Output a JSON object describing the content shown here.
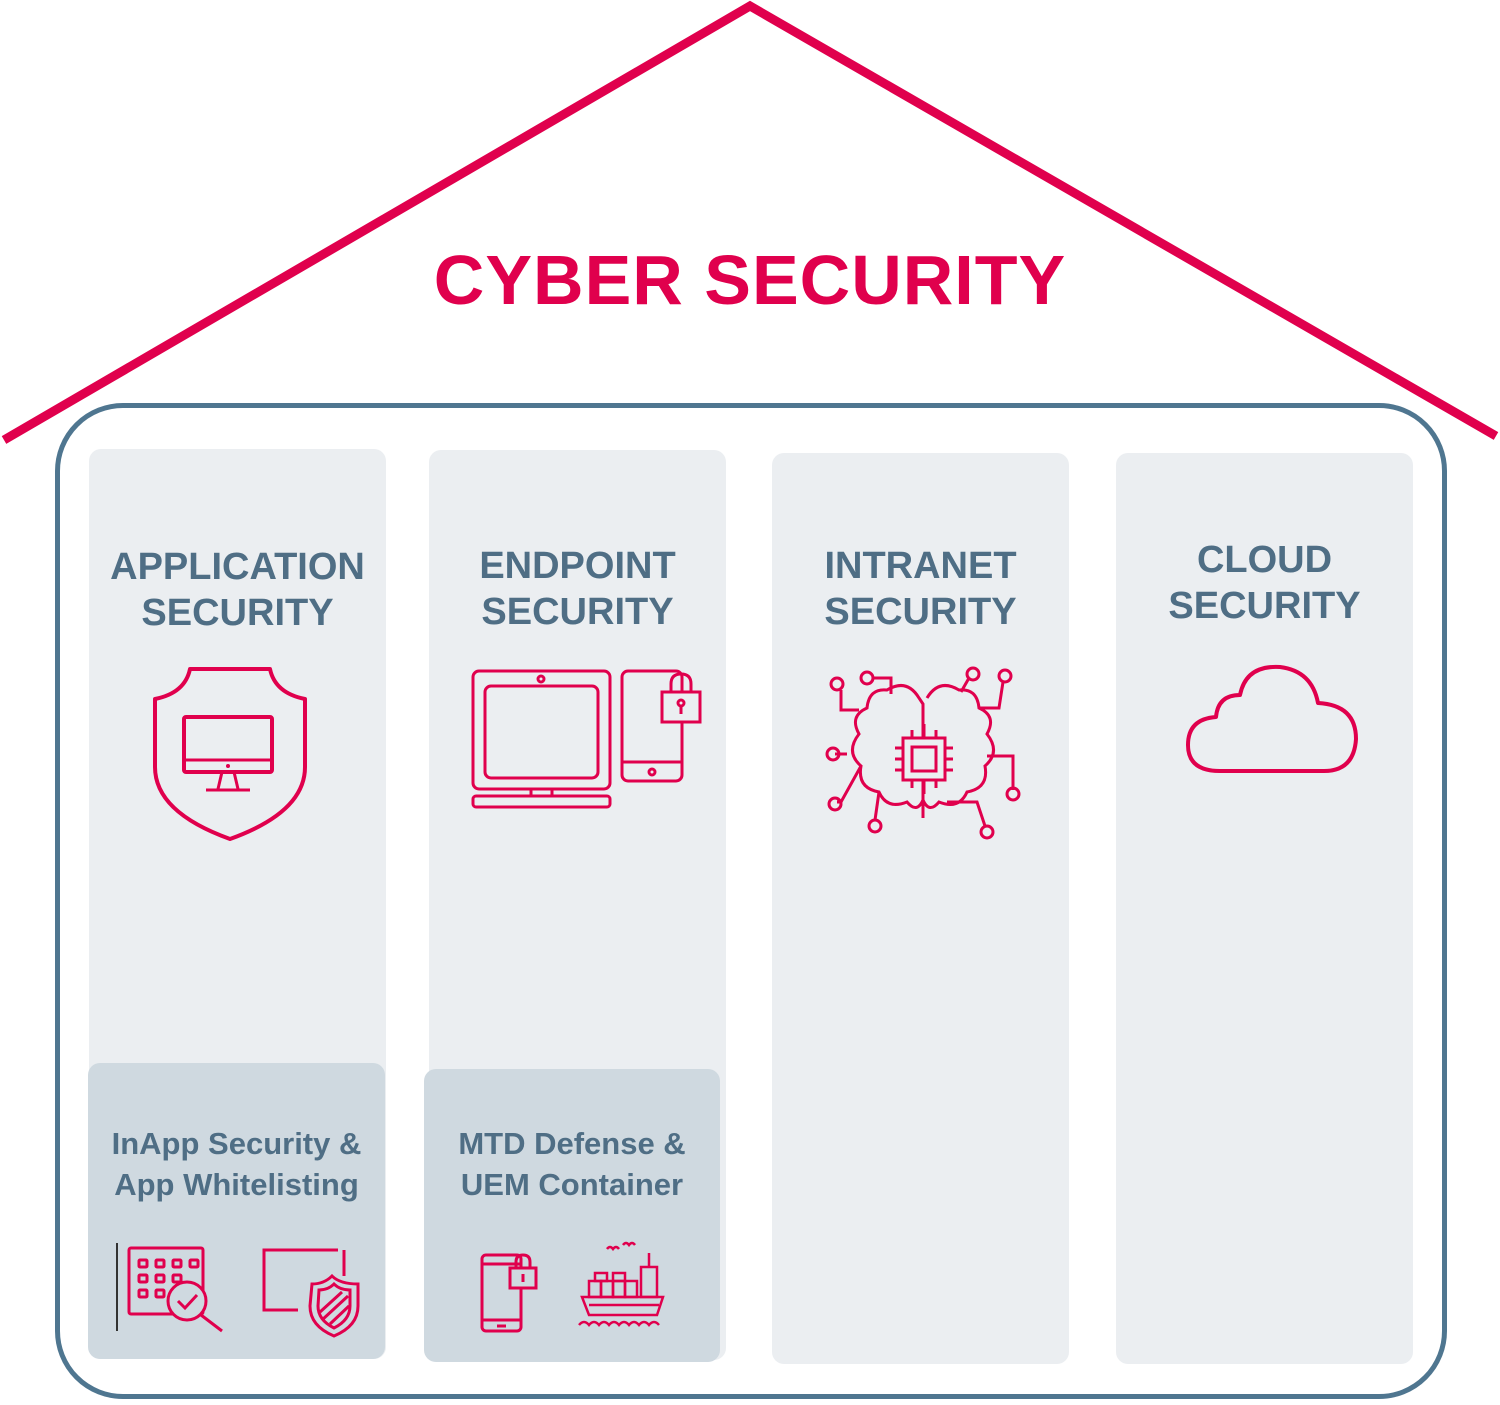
{
  "title": "CYBER SECURITY",
  "colors": {
    "accent": "#e0004d",
    "frame": "#4f7690",
    "text": "#4f6e85",
    "pillar": "#ebeef1",
    "sub_panel": "#cfd9e0"
  },
  "pillars": [
    {
      "title_lines": [
        "APPLICATION",
        "SECURITY"
      ],
      "icon": "shield-monitor-icon",
      "sub": {
        "title_lines": [
          "InApp Security &",
          "App Whitelisting"
        ],
        "icons": [
          "app-scan-icon",
          "shield-screen-icon"
        ]
      }
    },
    {
      "title_lines": [
        "ENDPOINT",
        "SECURITY"
      ],
      "icon": "devices-lock-icon",
      "sub": {
        "title_lines": [
          "MTD Defense &",
          "UEM Container"
        ],
        "icons": [
          "phone-lock-icon",
          "ship-container-icon"
        ]
      }
    },
    {
      "title_lines": [
        "INTRANET",
        "SECURITY"
      ],
      "icon": "brain-chip-icon"
    },
    {
      "title_lines": [
        "CLOUD",
        "SECURITY"
      ],
      "icon": "cloud-icon"
    }
  ]
}
